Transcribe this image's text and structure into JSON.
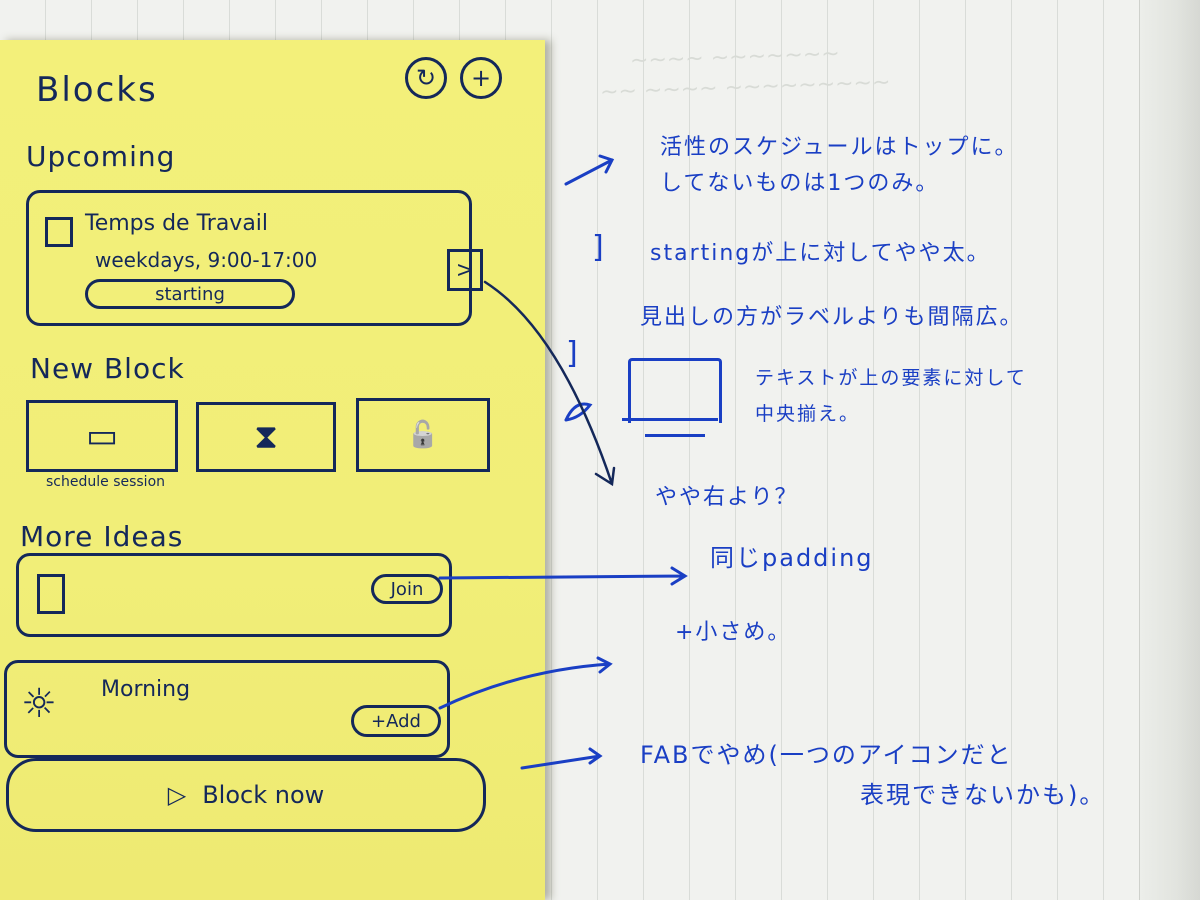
{
  "wireframe": {
    "app_title": "Blocks",
    "header_icons": [
      {
        "name": "refresh-icon",
        "glyph": "↻"
      },
      {
        "name": "add-icon",
        "glyph": "+"
      }
    ],
    "upcoming": {
      "section_title": "Upcoming",
      "card": {
        "icon": "calendar-icon",
        "title": "Temps de Travail",
        "schedule": "weekdays, 9:00-17:00",
        "status_badge": "starting",
        "chevron": ">"
      }
    },
    "new_block": {
      "section_title": "New Block",
      "tiles": [
        {
          "icon": "calendar-icon",
          "glyph": "▭",
          "label": "schedule session"
        },
        {
          "icon": "hourglass-icon",
          "glyph": "⧗",
          "label": ""
        },
        {
          "icon": "lock-icon",
          "glyph": "🔓",
          "label": ""
        }
      ]
    },
    "more_ideas": {
      "section_title": "More Ideas",
      "card": {
        "icon": "calendar-icon",
        "button": "Join"
      }
    },
    "morning_card": {
      "icon": "sun-icon",
      "title": "Morning",
      "button": "+Add"
    },
    "footer_button": {
      "icon": "play-icon",
      "glyph": "▷",
      "label": "Block now"
    }
  },
  "annotations": [
    {
      "id": "upcoming-note",
      "lines": [
        "活性のスケジュールはトップに。",
        "してないものは1つのみ。"
      ]
    },
    {
      "id": "starting-note",
      "lines": [
        "startingが上に対してやや太。"
      ]
    },
    {
      "id": "heading-note",
      "lines": [
        "見出しの方がラベルよりも間隔広。"
      ]
    },
    {
      "id": "tile-note",
      "lines": [
        "テキストが上の要素に対して",
        "中央揃え。"
      ]
    },
    {
      "id": "chevron-note",
      "lines": [
        "やや右より？"
      ]
    },
    {
      "id": "join-note",
      "lines": [
        "同じpadding"
      ]
    },
    {
      "id": "add-note",
      "lines": [
        "+小さめ。"
      ]
    },
    {
      "id": "fab-note",
      "lines": [
        "FABでやめ(一つのアイコンだと",
        "表現できないかも)。"
      ]
    }
  ],
  "colors": {
    "sticky": "#f2ef78",
    "ink_dark": "#14285a",
    "ink_blue": "#1a3fc4",
    "paper": "#f1f2ef"
  }
}
